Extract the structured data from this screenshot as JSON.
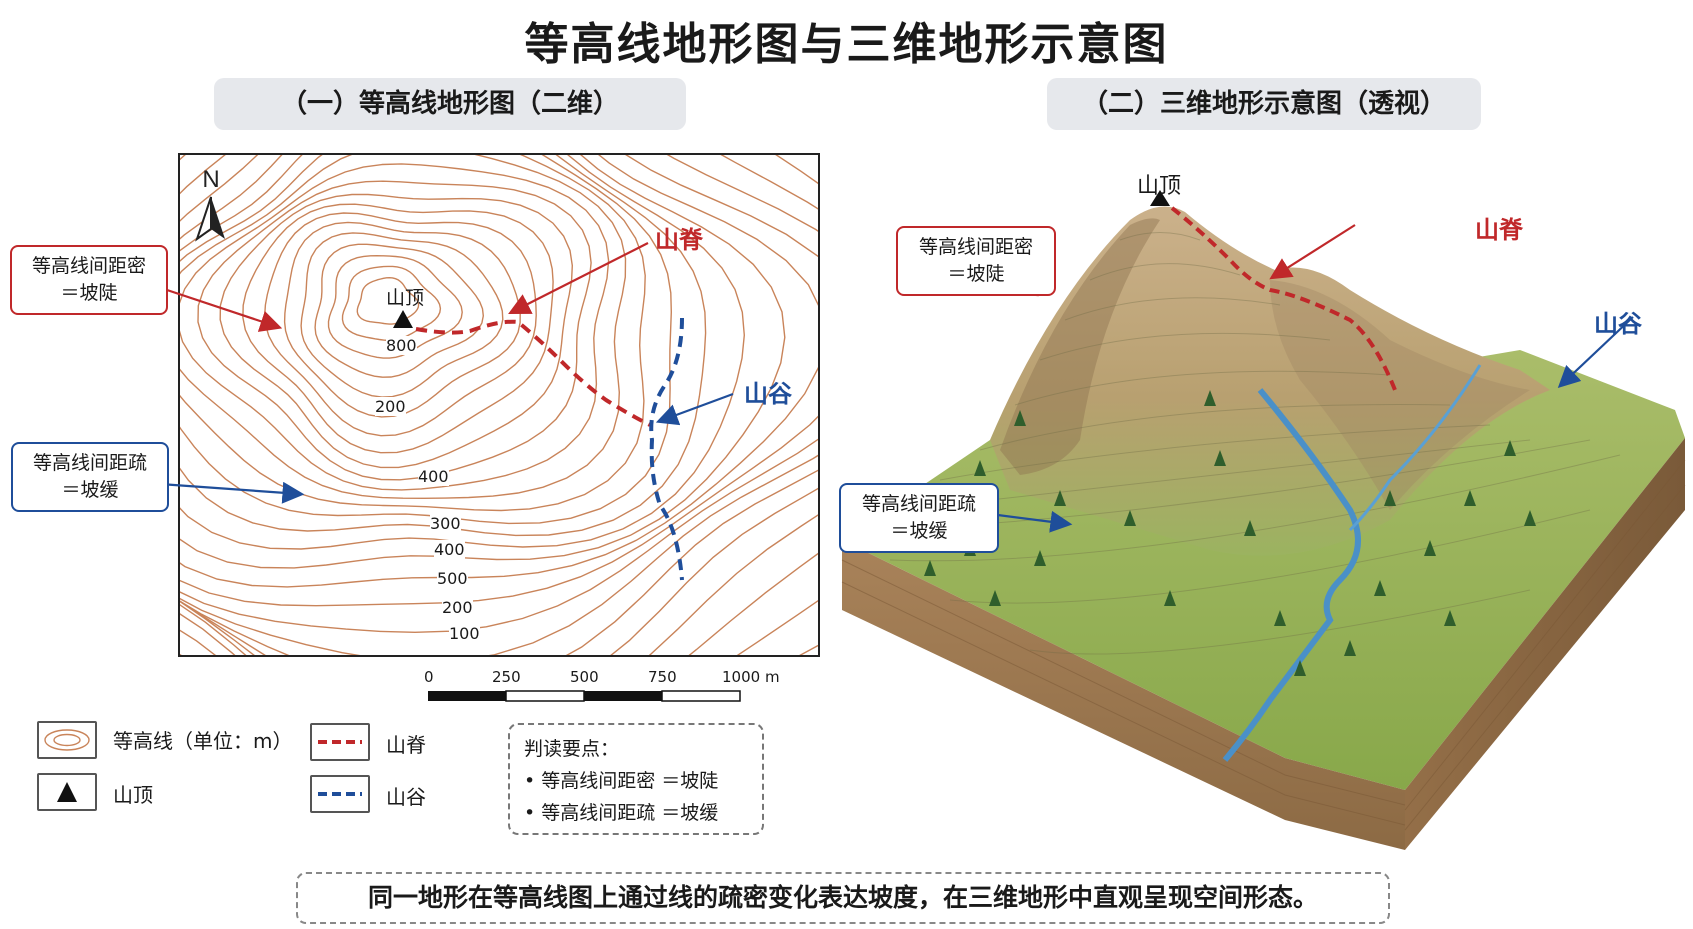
{
  "title": "等高线地形图与三维地形示意图",
  "panel_left": {
    "heading": "（一）等高线地形图（二维）"
  },
  "panel_right": {
    "heading": "（二）三维地形示意图（透视）"
  },
  "map": {
    "north": "N",
    "peak_label": "山顶",
    "ridge_label": "山脊",
    "valley_label": "山谷",
    "contour_labels": [
      "800",
      "200",
      "400",
      "300",
      "400",
      "500",
      "200",
      "100"
    ],
    "dense_callout": [
      "等高线间距密",
      "＝坡陡"
    ],
    "sparse_callout": [
      "等高线间距疏",
      "＝坡缓"
    ],
    "scale": [
      "0",
      "250",
      "500",
      "750",
      "1000 m"
    ]
  },
  "terrain": {
    "peak_label": "山顶",
    "ridge_label": "山脊",
    "valley_label": "山谷",
    "dense_callout": [
      "等高线间距密",
      "＝坡陡"
    ],
    "sparse_callout": [
      "等高线间距疏",
      "＝坡缓"
    ]
  },
  "legend": {
    "contour": "等高线（单位：m）",
    "peak": "山顶",
    "ridge": "山脊",
    "valley": "山谷"
  },
  "keypoints": {
    "title": "判读要点：",
    "items": [
      "等高线间距密 ＝坡陡",
      "等高线间距疏 ＝坡缓"
    ]
  },
  "bottom_note": "同一地形在等高线图上通过线的疏密变化表达坡度，在三维地形中直观呈现空间形态。",
  "colors": {
    "ridge": "#c0282a",
    "valley": "#1f4e9a",
    "contour": "#c9845a",
    "river": "#4a90c8"
  }
}
